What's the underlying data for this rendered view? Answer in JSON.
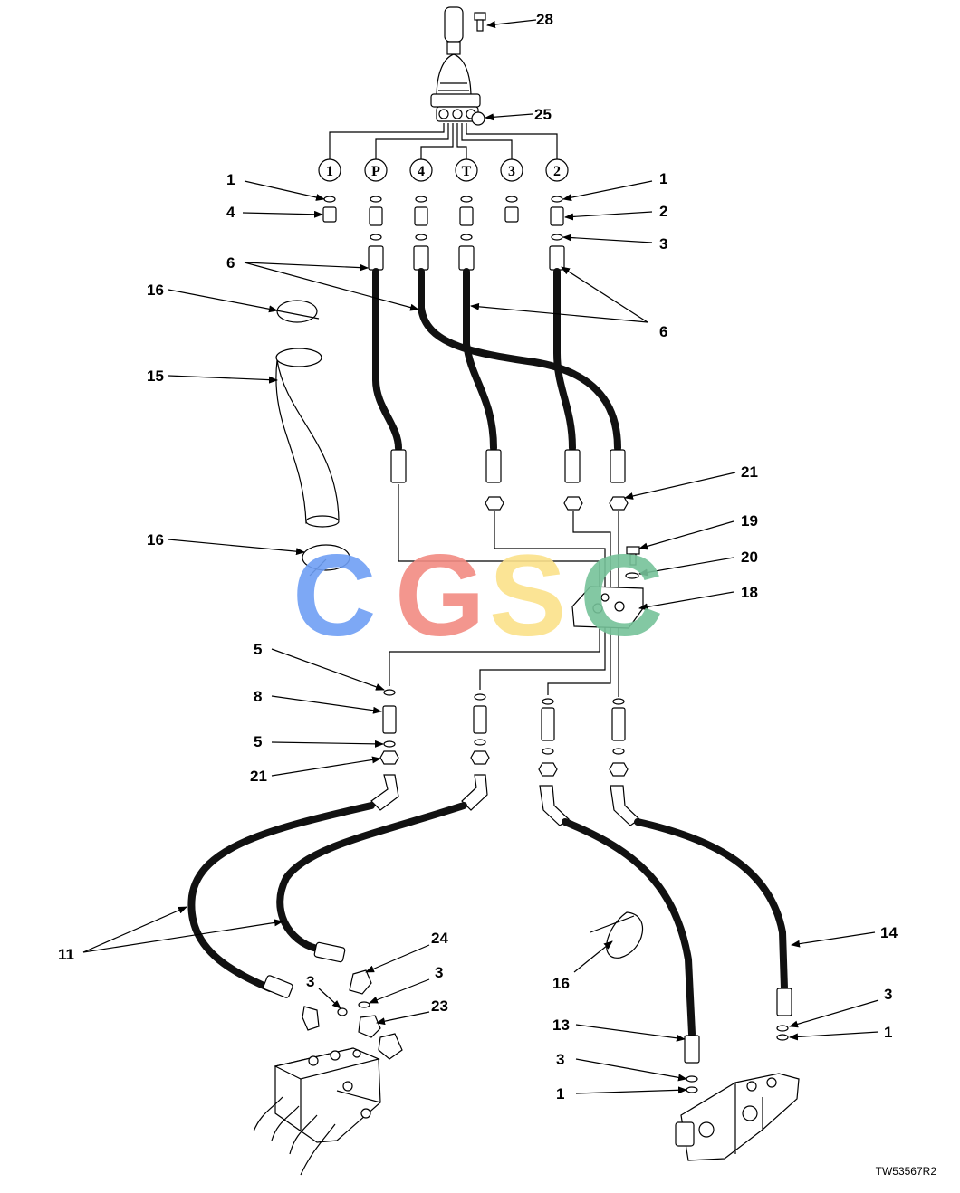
{
  "port_labels": [
    "1",
    "P",
    "4",
    "T",
    "3",
    "2"
  ],
  "callouts": {
    "c28": "28",
    "c25": "25",
    "c1a": "1",
    "c4": "4",
    "c1b": "1",
    "c2": "2",
    "c3a": "3",
    "c6a": "6",
    "c6b": "6",
    "c16a": "16",
    "c15": "15",
    "c16b": "16",
    "c21a": "21",
    "c19": "19",
    "c20": "20",
    "c18": "18",
    "c5a": "5",
    "c8": "8",
    "c5b": "5",
    "c21b": "21",
    "c11": "11",
    "c24": "24",
    "c3b": "3",
    "c3c": "3",
    "c23": "23",
    "c16c": "16",
    "c14": "14",
    "c13": "13",
    "c3d": "3",
    "c1c": "1",
    "c3e": "3",
    "c1d": "1"
  },
  "figure_id": "TW53567R2",
  "watermark": {
    "letters": [
      "C",
      "G",
      "S",
      "C"
    ],
    "colors": [
      "#6f9ff5",
      "#f28b82",
      "#fbe28a",
      "#76c39a"
    ]
  }
}
